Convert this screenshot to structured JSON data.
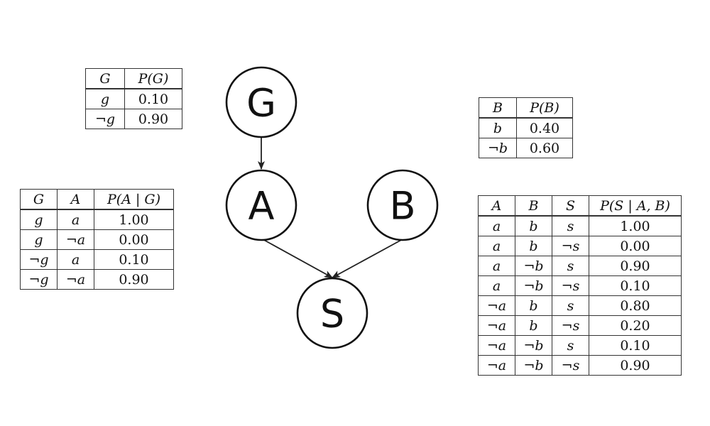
{
  "nodes": [
    {
      "id": "G",
      "label": "G"
    },
    {
      "id": "A",
      "label": "A"
    },
    {
      "id": "B",
      "label": "B"
    },
    {
      "id": "S",
      "label": "S"
    }
  ],
  "edges": [
    {
      "from": "G",
      "to": "A"
    },
    {
      "from": "A",
      "to": "S"
    },
    {
      "from": "B",
      "to": "S"
    }
  ],
  "table_g": {
    "headers": [
      "G",
      "P(G)"
    ],
    "rows": [
      [
        "g",
        "0.10"
      ],
      [
        "¬g",
        "0.90"
      ]
    ]
  },
  "table_b": {
    "headers": [
      "B",
      "P(B)"
    ],
    "rows": [
      [
        "b",
        "0.40"
      ],
      [
        "¬b",
        "0.60"
      ]
    ]
  },
  "table_a": {
    "headers": [
      "G",
      "A",
      "P(A | G)"
    ],
    "rows": [
      [
        "g",
        "a",
        "1.00"
      ],
      [
        "g",
        "¬a",
        "0.00"
      ],
      [
        "¬g",
        "a",
        "0.10"
      ],
      [
        "¬g",
        "¬a",
        "0.90"
      ]
    ]
  },
  "table_s": {
    "headers": [
      "A",
      "B",
      "S",
      "P(S | A, B)"
    ],
    "rows": [
      [
        "a",
        "b",
        "s",
        "1.00"
      ],
      [
        "a",
        "b",
        "¬s",
        "0.00"
      ],
      [
        "a",
        "¬b",
        "s",
        "0.90"
      ],
      [
        "a",
        "¬b",
        "¬s",
        "0.10"
      ],
      [
        "¬a",
        "b",
        "s",
        "0.80"
      ],
      [
        "¬a",
        "b",
        "¬s",
        "0.20"
      ],
      [
        "¬a",
        "¬b",
        "s",
        "0.10"
      ],
      [
        "¬a",
        "¬b",
        "¬s",
        "0.90"
      ]
    ]
  }
}
